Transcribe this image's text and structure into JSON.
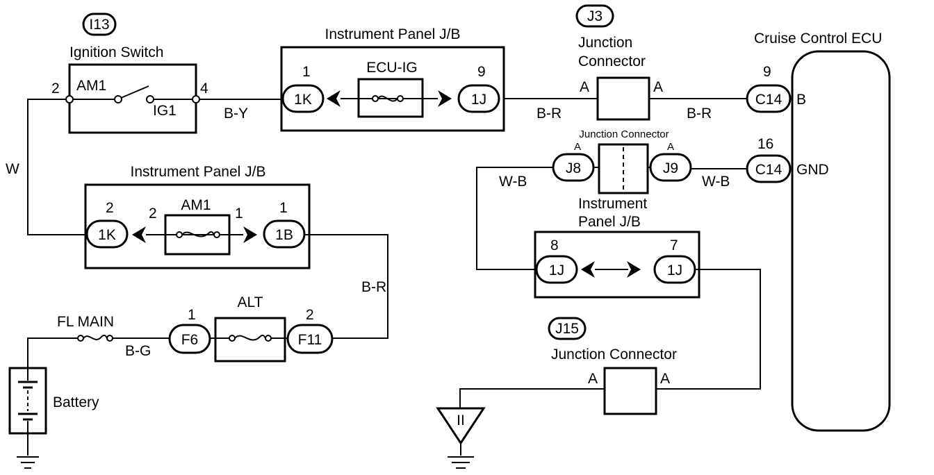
{
  "components": {
    "ignition_switch": {
      "ref": "I13",
      "name": "Ignition Switch",
      "contact_in": "AM1",
      "contact_out": "IG1",
      "pin_left": "2",
      "pin_right": "4"
    },
    "ipjb_top": {
      "name": "Instrument Panel J/B",
      "fuse": "ECU-IG",
      "conn_left": "1K",
      "pin_left": "1",
      "conn_right": "1J",
      "pin_right": "9"
    },
    "ipjb_mid": {
      "name": "Instrument Panel J/B",
      "fuse": "AM1",
      "conn_left": "1K",
      "pin_left": "2",
      "fuse_pin_left": "2",
      "fuse_pin_right": "1",
      "conn_right": "1B",
      "pin_right": "1"
    },
    "j3": {
      "ref": "J3",
      "name_line1": "Junction",
      "name_line2": "Connector",
      "pin_left": "A",
      "pin_right": "A"
    },
    "j8_j9": {
      "name": "Junction Connector",
      "left": "J8",
      "right": "J9",
      "pin_left": "A",
      "pin_right": "A"
    },
    "ipjb_right": {
      "name_line1": "Instrument",
      "name_line2": "Panel J/B",
      "conn_left": "1J",
      "pin_left": "8",
      "conn_right": "1J",
      "pin_right": "7"
    },
    "j15": {
      "ref": "J15",
      "name": "Junction Connector",
      "pin_left": "A",
      "pin_right": "A"
    },
    "ecu": {
      "name": "Cruise Control ECU",
      "pin_b_num": "9",
      "pin_b_conn": "C14",
      "pin_b_label": "B",
      "pin_gnd_num": "16",
      "pin_gnd_conn": "C14",
      "pin_gnd_label": "GND"
    },
    "alt": {
      "name": "ALT",
      "conn_left": "F6",
      "pin_left": "1",
      "conn_right": "F11",
      "pin_right": "2"
    },
    "fl_main": {
      "name": "FL MAIN"
    },
    "battery": {
      "name": "Battery"
    },
    "ground_symbol": {
      "label": "II"
    }
  },
  "wires": {
    "w1": "W",
    "w2": "B-Y",
    "w3": "B-R",
    "w4": "B-R",
    "w5": "W-B",
    "w6": "W-B",
    "w7": "B-R",
    "w8": "B-G"
  }
}
